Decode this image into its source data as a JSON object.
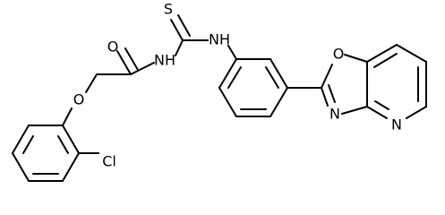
{
  "molecule": {
    "atoms": {
      "O_carbonyl": "O",
      "S_thio": "S",
      "N_amide": "NH",
      "N_thio": "NH",
      "O_ether": "O",
      "Cl": "Cl",
      "O_oxazole": "O",
      "N_oxazole": "N",
      "N_pyridine": "N"
    }
  }
}
